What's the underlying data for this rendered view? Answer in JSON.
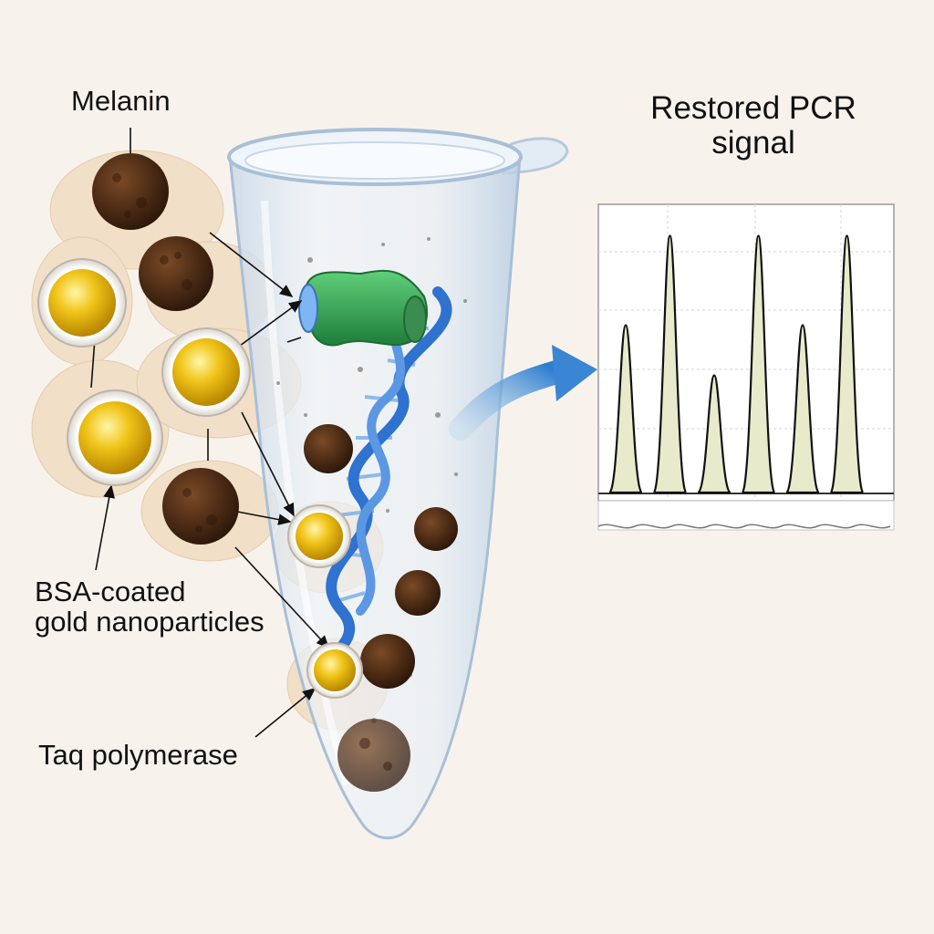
{
  "labels": {
    "melanin": "Melanin",
    "bsa_line1": "BSA-coated",
    "bsa_line2": "gold nanoparticles",
    "taq": "Taq polymerase",
    "pcr_line1": "Restored PCR",
    "pcr_line2": "signal"
  },
  "colors": {
    "background": "#f7f3ec",
    "melanin": "#4a2a14",
    "gold": "#e8b400",
    "taq": "#2e9e4e",
    "dna": "#2f72d0",
    "arrow": "#3b86d4",
    "peak_fill": "#e7ebcc"
  },
  "signal_peaks": [
    {
      "position": 1,
      "height": 0.6
    },
    {
      "position": 2,
      "height": 0.92
    },
    {
      "position": 3,
      "height": 0.42
    },
    {
      "position": 4,
      "height": 0.92
    },
    {
      "position": 5,
      "height": 0.6
    },
    {
      "position": 6,
      "height": 0.92
    }
  ]
}
